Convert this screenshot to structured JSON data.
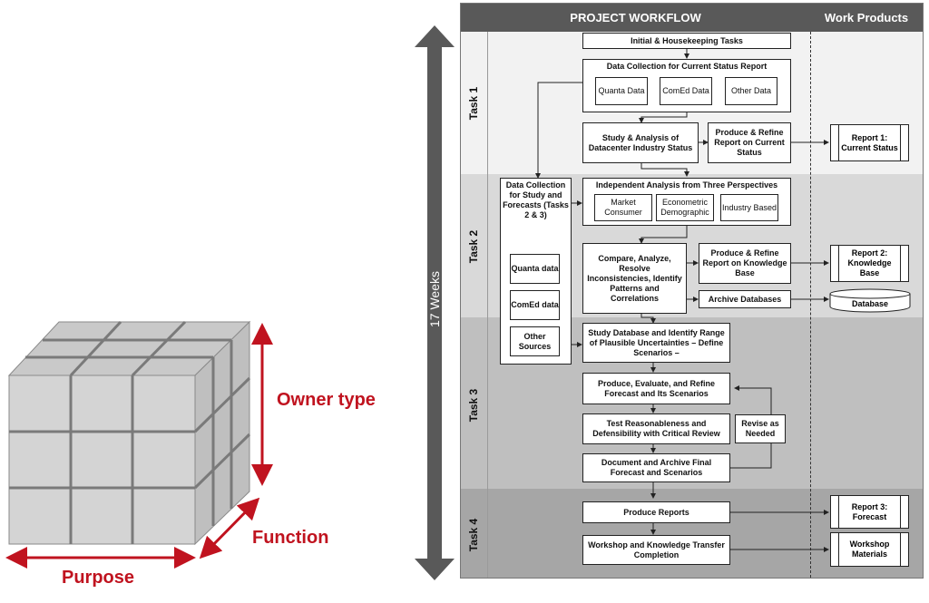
{
  "cube": {
    "labels": {
      "owner_type": "Owner type",
      "function": "Function",
      "purpose": "Purpose"
    },
    "colors": {
      "face": "#d4d4d4",
      "side": "#bfbfbf",
      "top": "#c9c9c9",
      "grid": "#7a7a7a",
      "accent": "#c0131f"
    }
  },
  "timeline": {
    "label": "17 Weeks"
  },
  "workflow": {
    "header": "PROJECT WORKFLOW",
    "work_products_header": "Work Products",
    "tasks": {
      "t1": "Task 1",
      "t2": "Task 2",
      "t3": "Task 3",
      "t4": "Task 4"
    },
    "boxes": {
      "initial": "Initial & Housekeeping Tasks",
      "data_collection_current": "Data Collection for Current Status Report",
      "quanta_data": "Quanta Data",
      "comed_data": "ComEd Data",
      "other_data": "Other Data",
      "study_analysis": "Study & Analysis of Datacenter Industry Status",
      "produce_refine_current": "Produce & Refine Report on Current Status",
      "data_collection_study": "Data Collection for Study and Forecasts (Tasks 2 & 3)",
      "quanta_data2": "Quanta data",
      "comed_data2": "ComEd data",
      "other_sources": "Other Sources",
      "independent_analysis": "Independent Analysis from Three Perspectives",
      "market_consumer": "Market Consumer",
      "econometric": "Econometric Demographic",
      "industry_based": "Industry Based",
      "compare": "Compare, Analyze, Resolve Inconsistencies, Identify Patterns and Correlations",
      "produce_refine_kb": "Produce & Refine Report on Knowledge Base",
      "archive_db": "Archive Databases",
      "study_database": "Study Database and Identify Range of Plausible Uncertainties – Define Scenarios –",
      "produce_forecast": "Produce, Evaluate, and Refine Forecast and Its Scenarios",
      "test_reasonableness": "Test Reasonableness and Defensibility with Critical Review",
      "revise": "Revise as Needed",
      "document_archive": "Document and Archive Final Forecast and Scenarios",
      "produce_reports": "Produce Reports",
      "workshop": "Workshop and Knowledge Transfer Completion"
    },
    "work_products": {
      "report1": "Report 1: Current Status",
      "report2": "Report 2: Knowledge Base",
      "database": "Database",
      "report3": "Report 3: Forecast",
      "workshop_materials": "Workshop Materials"
    },
    "colors": {
      "header": "#595959",
      "band1": "#f2f2f2",
      "band2": "#d9d9d9",
      "band3": "#bfbfbf",
      "band4": "#a6a6a6",
      "arrow": "#595959"
    }
  }
}
